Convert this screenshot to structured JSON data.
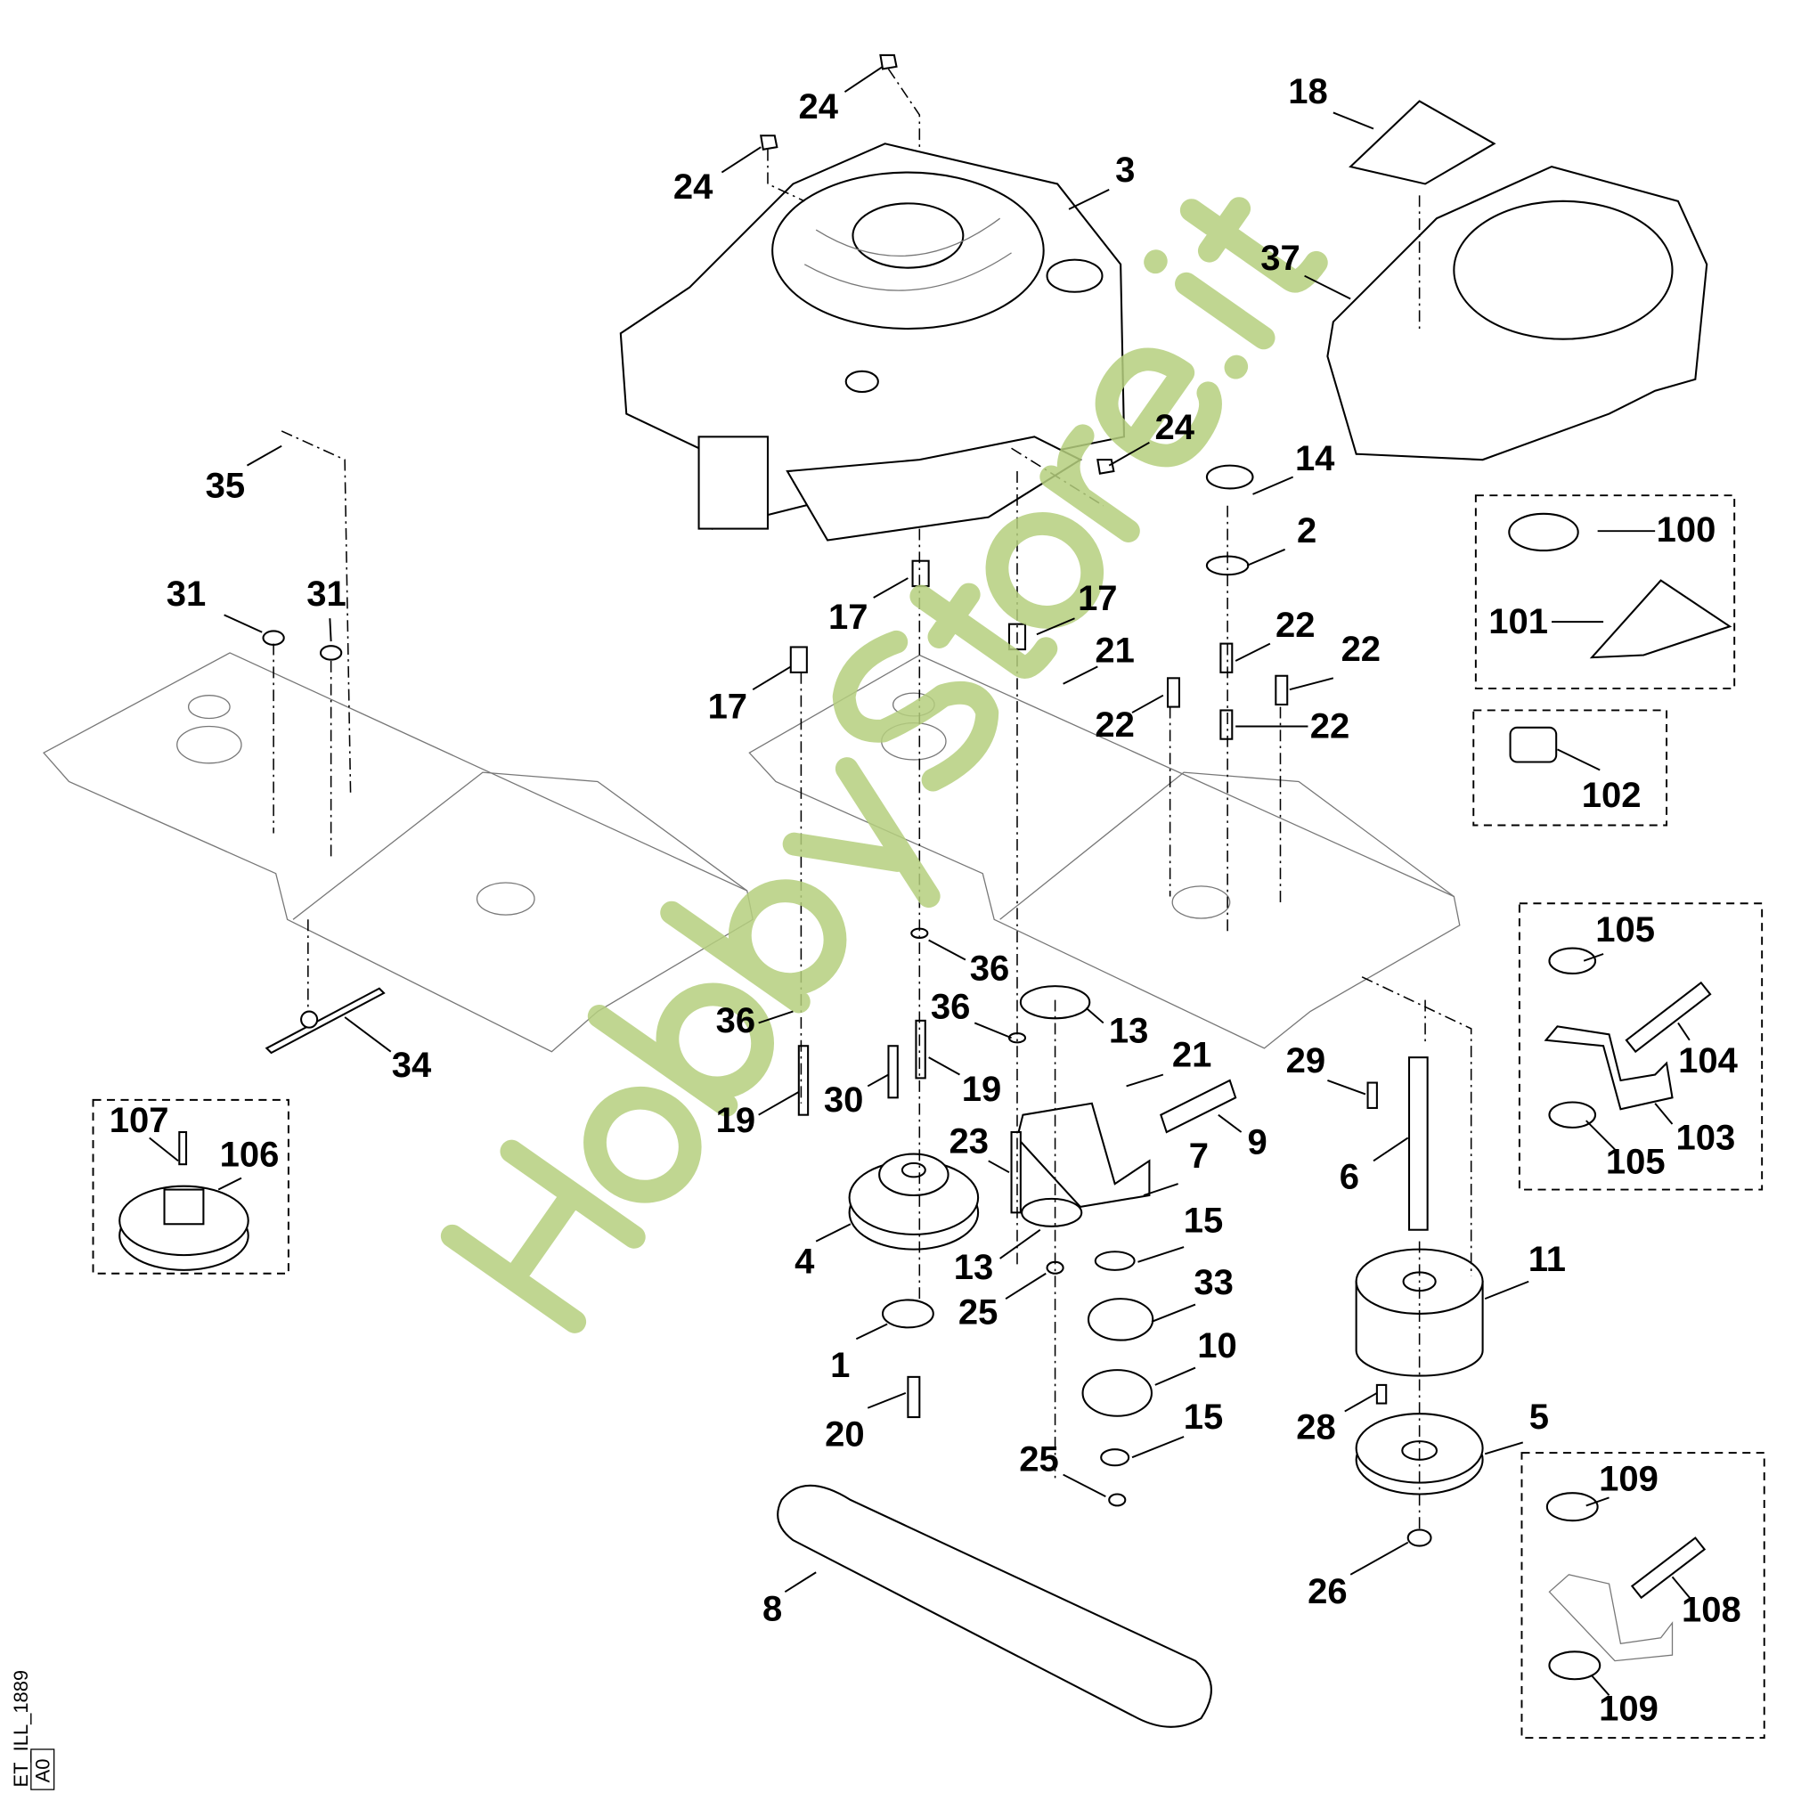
{
  "diagram": {
    "callouts": [
      "24",
      "24",
      "3",
      "18",
      "37",
      "24",
      "14",
      "2",
      "35",
      "31",
      "31",
      "17",
      "17",
      "21",
      "22",
      "22",
      "22",
      "22",
      "17",
      "100",
      "101",
      "102",
      "36",
      "36",
      "36",
      "13",
      "21",
      "19",
      "30",
      "19",
      "29",
      "9",
      "7",
      "23",
      "6",
      "105",
      "104",
      "103",
      "105",
      "107",
      "106",
      "34",
      "4",
      "13",
      "15",
      "25",
      "33",
      "11",
      "1",
      "10",
      "20",
      "15",
      "28",
      "5",
      "25",
      "109",
      "108",
      "26",
      "8",
      "109"
    ],
    "drawing_code": "ET_ILL_1889",
    "revision": "A0",
    "watermark": "HobbyStore.it"
  }
}
